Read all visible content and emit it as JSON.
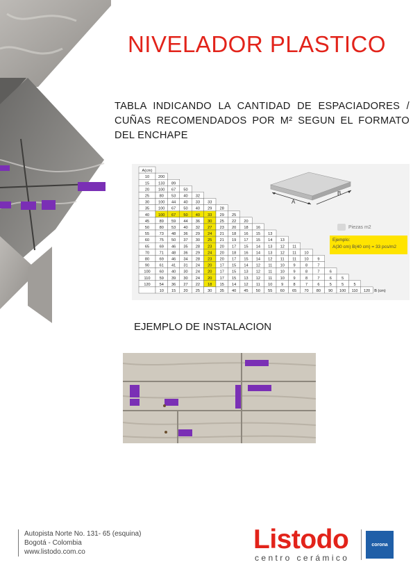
{
  "header": {
    "title": "NIVELADOR PLASTICO",
    "intro": "TABLA INDICANDO LA CANTIDAD DE ESPACIADORES / CUÑAS RECOMENDADOS POR M² SEGUN EL FORMATO DEL ENCHAPE"
  },
  "table": {
    "corner_label": "A(cm)",
    "a_values": [
      "10",
      "15",
      "20",
      "25",
      "30",
      "35",
      "40",
      "45",
      "50",
      "55",
      "60",
      "65",
      "70",
      "80",
      "90",
      "100",
      "110",
      "120"
    ],
    "b_values": [
      "10",
      "15",
      "20",
      "25",
      "30",
      "35",
      "40",
      "45",
      "50",
      "55",
      "60",
      "65",
      "70",
      "80",
      "90",
      "100",
      "110",
      "120"
    ],
    "b_axis_label": "B (cm)",
    "rows": [
      [
        "200"
      ],
      [
        "133",
        "89"
      ],
      [
        "100",
        "67",
        "50"
      ],
      [
        "80",
        "53",
        "40",
        "32"
      ],
      [
        "100",
        "44",
        "40",
        "33",
        "33"
      ],
      [
        "100",
        "67",
        "50",
        "40",
        "29",
        "28"
      ],
      [
        "100",
        "67",
        "50",
        "40",
        "33",
        "29",
        "25"
      ],
      [
        "89",
        "59",
        "44",
        "36",
        "30",
        "25",
        "22",
        "20"
      ],
      [
        "80",
        "53",
        "40",
        "32",
        "27",
        "23",
        "20",
        "18",
        "16"
      ],
      [
        "73",
        "48",
        "36",
        "29",
        "24",
        "21",
        "18",
        "16",
        "15",
        "13"
      ],
      [
        "75",
        "50",
        "37",
        "30",
        "25",
        "21",
        "19",
        "17",
        "15",
        "14",
        "13"
      ],
      [
        "69",
        "46",
        "35",
        "28",
        "23",
        "20",
        "17",
        "15",
        "14",
        "13",
        "12",
        "11"
      ],
      [
        "71",
        "48",
        "36",
        "29",
        "24",
        "20",
        "18",
        "16",
        "14",
        "13",
        "12",
        "11",
        "10"
      ],
      [
        "69",
        "46",
        "34",
        "28",
        "23",
        "20",
        "17",
        "15",
        "14",
        "12",
        "11",
        "11",
        "10",
        "9"
      ],
      [
        "61",
        "41",
        "31",
        "24",
        "20",
        "17",
        "15",
        "14",
        "12",
        "11",
        "10",
        "9",
        "8",
        "7"
      ],
      [
        "60",
        "40",
        "30",
        "24",
        "20",
        "17",
        "15",
        "13",
        "12",
        "11",
        "10",
        "9",
        "8",
        "7",
        "6"
      ],
      [
        "59",
        "39",
        "30",
        "24",
        "20",
        "17",
        "15",
        "13",
        "12",
        "11",
        "10",
        "9",
        "8",
        "7",
        "6",
        "5"
      ],
      [
        "54",
        "36",
        "27",
        "22",
        "18",
        "15",
        "14",
        "12",
        "11",
        "10",
        "9",
        "8",
        "7",
        "6",
        "5",
        "5",
        "5"
      ]
    ],
    "highlight_row_a": "40",
    "highlight_col_b": "30",
    "highlight_color": "#f2e400",
    "slab_labels": {
      "a": "A",
      "b": "B"
    },
    "legend": "Piezas m2",
    "example_title": "Ejemplo:",
    "example_text": "A(30 cm) B(40 cm) = 33 pcs/m2"
  },
  "section": {
    "subtitle": "EJEMPLO DE INSTALACION"
  },
  "footer": {
    "address_lines": [
      "Autopista Norte No. 131- 65 (esquina)",
      "Bogotá - Colombia",
      "www.listodo.com.co"
    ],
    "logo_word": "Listodo",
    "logo_tagline": "centro cerámico",
    "partner_logo": "corona"
  },
  "colors": {
    "brand_red": "#e2231a",
    "accent_purple": "#7a2fb5",
    "highlight_yellow": "#f2e400",
    "corona_blue": "#1f5fa8"
  }
}
